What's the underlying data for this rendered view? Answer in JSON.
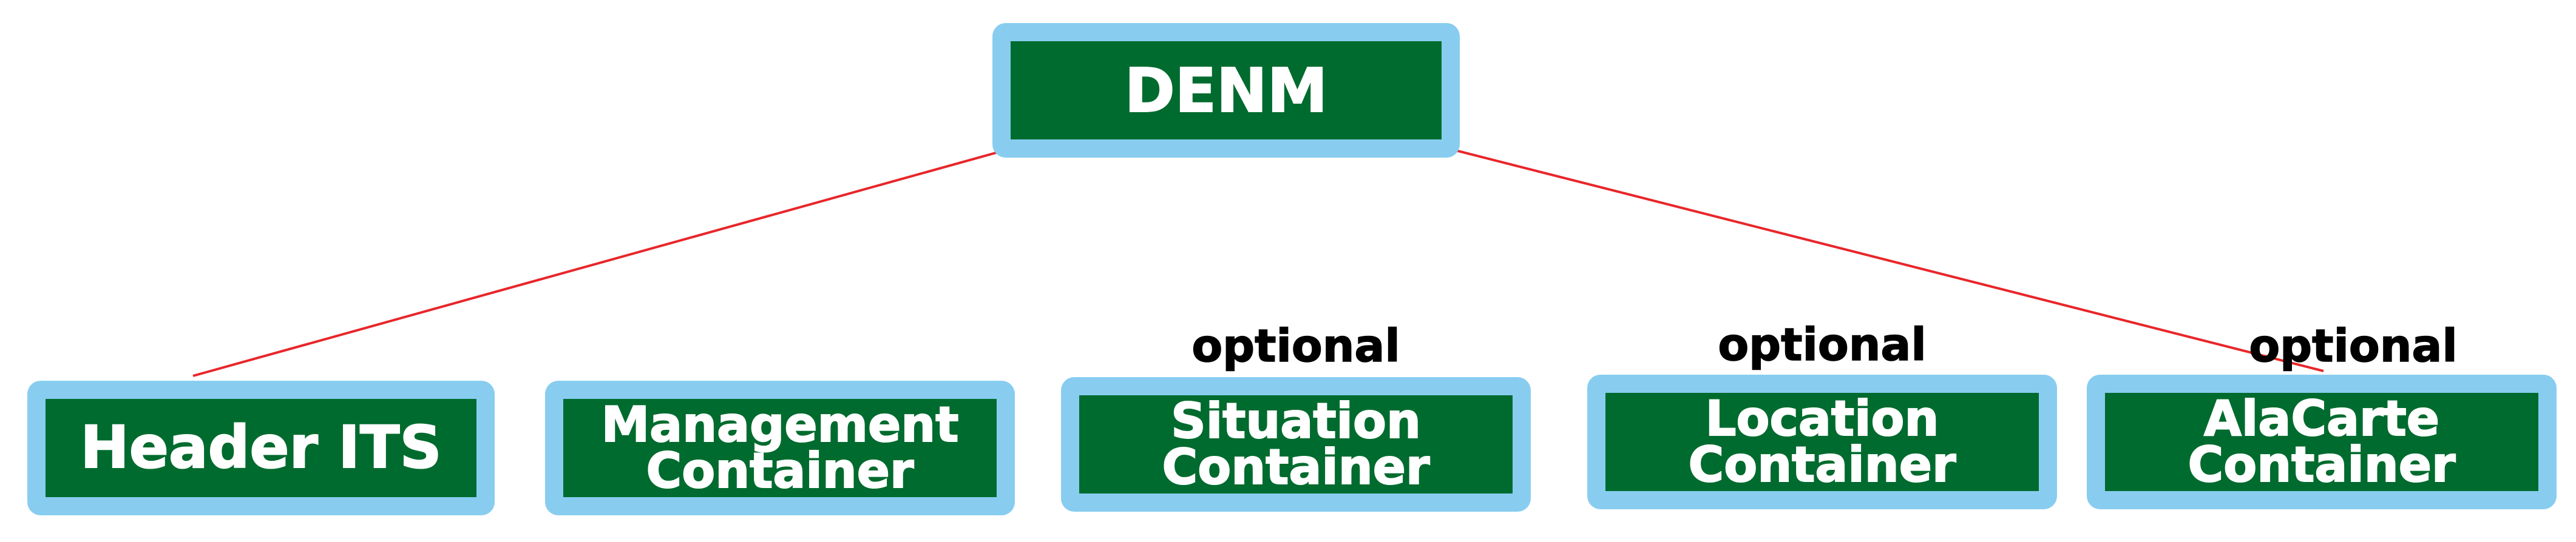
{
  "diagram": {
    "root": {
      "label": "DENM"
    },
    "children": [
      {
        "label": "Header ITS",
        "tag": ""
      },
      {
        "label": "Management\nContainer",
        "tag": ""
      },
      {
        "label": "Situation\nContainer",
        "tag": "optional"
      },
      {
        "label": "Location\nContainer",
        "tag": "optional"
      },
      {
        "label": "AlaCarte\nContainer",
        "tag": "optional"
      }
    ],
    "colors": {
      "node_fill": "#006b2e",
      "node_border": "#88cdf0",
      "node_text": "#ffffff",
      "connector": "#e8262a",
      "tag_text": "#000000"
    }
  }
}
